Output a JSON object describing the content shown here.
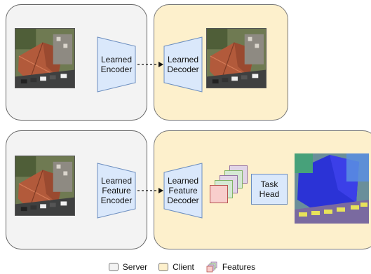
{
  "row1": {
    "encoder_label": "Learned\nEncoder",
    "decoder_label": "Learned\nDecoder"
  },
  "row2": {
    "encoder_label": "Learned\nFeature\nEncoder",
    "decoder_label": "Learned\nFeature\nDecoder",
    "task_head_label": "Task\nHead"
  },
  "legend": {
    "server": "Server",
    "client": "Client",
    "features": "Features"
  },
  "colors": {
    "server_fill": "#f3f3f3",
    "client_fill": "#fdf0cc",
    "coder_fill": "#dae8fb",
    "coder_stroke": "#6c8ebf",
    "feature_colors": [
      "#f8cecc",
      "#d5e8d4",
      "#e1d5e7",
      "#d5e8d4",
      "#e1d5e7"
    ]
  },
  "icons": [
    "aerial-photo",
    "segmentation-map",
    "feature-stack-icon",
    "dashed-arrow"
  ]
}
